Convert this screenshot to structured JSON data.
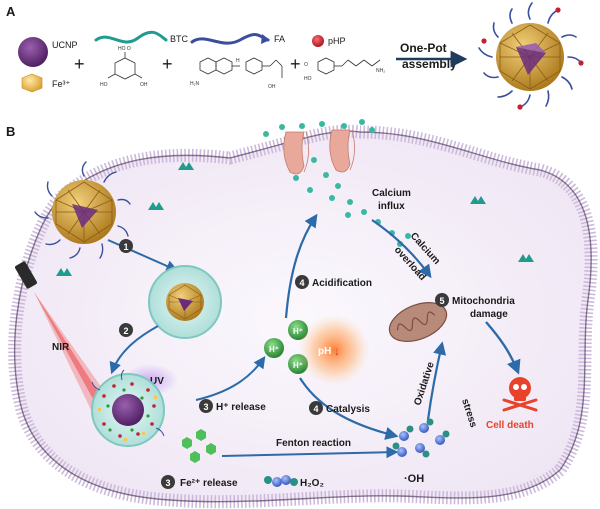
{
  "panels": {
    "a": "A",
    "b": "B"
  },
  "panel_a": {
    "components": {
      "ucnp": "UCNP",
      "fe": "Fe³⁺",
      "btc": "BTC",
      "fa": "FA",
      "php": "pHP"
    },
    "plus": "+",
    "assembly_line1": "One-Pot",
    "assembly_line2": "assembly"
  },
  "panel_b": {
    "steps": {
      "s1": "1",
      "s2": "2",
      "s3a": "3",
      "s3b": "3",
      "s4a": "4",
      "s4b": "4",
      "s5": "5"
    },
    "labels": {
      "nir": "NIR",
      "uv": "UV",
      "h_release": "H⁺ release",
      "fe_release": "Fe²⁺ release",
      "acidification": "Acidification",
      "catalysis": "Catalysis",
      "ph": "pH",
      "ph_arrow": "↓",
      "calcium_influx_1": "Calcium",
      "calcium_influx_2": "influx",
      "calcium_overload_1": "Calcium",
      "calcium_overload_2": "overload",
      "mito_1": "Mitochondria",
      "mito_2": "damage",
      "oxidative_1": "Oxidative",
      "oxidative_2": "stress",
      "cell_death": "Cell death",
      "fenton": "Fenton reaction",
      "h2o2": "H₂O₂",
      "oh": "·OH",
      "h_plus": "H⁺"
    }
  },
  "colors": {
    "ucnp": "#5b2a6e",
    "fe": "#f1c75b",
    "btc": "#1f9c8e",
    "fa": "#3a4e9c",
    "php": "#c42030",
    "mof": "#c99a3a",
    "membrane": "#d9cbe6",
    "h_ion": "#2f9a3a",
    "fe_ion": "#4fbf5a",
    "channel": "#e8a89a",
    "ca_dot": "#3bb8a2",
    "cell_death": "#e8432a",
    "arrow": "#2c6aa8",
    "mito": "#b88a7a"
  },
  "icons": [
    "nir-laser-icon",
    "skull-icon",
    "mitochondrion-icon",
    "ion-channel-icon"
  ]
}
